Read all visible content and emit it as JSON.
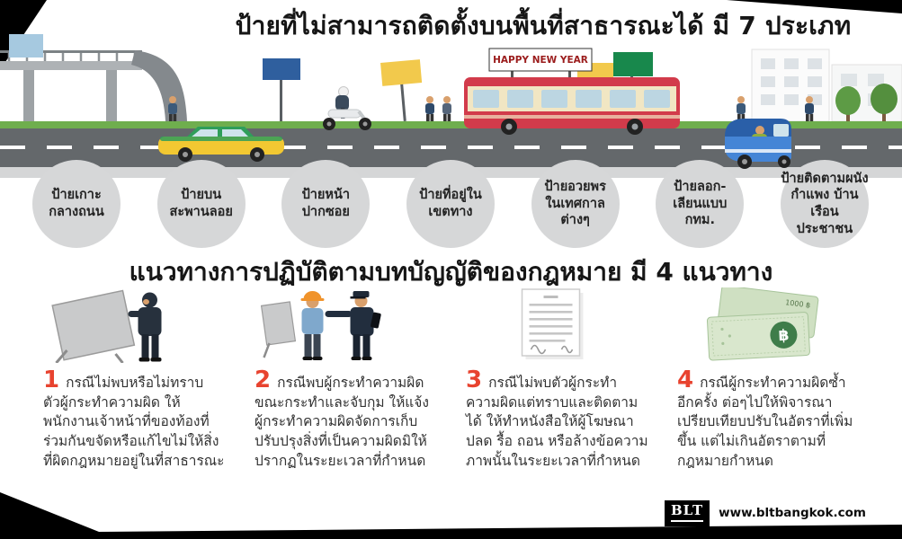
{
  "page": {
    "title_top": "ป้ายที่ไม่สามารถติดตั้งบนพื้นที่สาธารณะได้ มี 7 ประเภท",
    "title_bottom": "แนวทางการปฏิบัติตามบทบัญญัติของกฎหมาย มี 4 แนวทาง"
  },
  "scene": {
    "bus_banner_text": "HAPPY NEW YEAR"
  },
  "sign_types": [
    {
      "label": "ป้ายเกาะ\nกลางถนน"
    },
    {
      "label": "ป้ายบน\nสะพานลอย"
    },
    {
      "label": "ป้ายหน้า\nปากซอย"
    },
    {
      "label": "ป้ายที่อยู่ใน\nเขตทาง"
    },
    {
      "label": "ป้ายอวยพร\nในเทศกาล\nต่างๆ"
    },
    {
      "label": "ป้ายลอก-\nเลียนแบบ\nกทม."
    },
    {
      "label": "ป้ายติดตามผนัง\nกำแพง บ้านเรือน\nประชาชน"
    }
  ],
  "guidelines": [
    {
      "number": "1",
      "icon": "person-carrying-sign",
      "text": "กรณีไม่พบหรือไม่ทราบตัวผู้กระทำความผิด ให้พนักงานเจ้าหน้าที่ของท้องที่ร่วมกันขจัดหรือแก้ไขไม่ให้สิ่งที่ผิดกฎหมายอยู่ในที่สาธารณะ"
    },
    {
      "number": "2",
      "icon": "officer-arresting-offender",
      "text": "กรณีพบผู้กระทำความผิดขณะกระทำและจับกุม ให้แจ้งผู้กระทำความผิดจัดการเก็บ ปรับปรุงสิ่งที่เป็นความผิดมิให้ปรากฏในระยะเวลาที่กำหนด"
    },
    {
      "number": "3",
      "icon": "legal-notice-document",
      "text": "กรณีไม่พบตัวผู้กระทำความผิดแต่ทราบและติดตามได้ ให้ทำหนังสือให้ผู้โฆษณา ปลด รื้อ ถอน หรือล้างข้อความ ภาพนั้นในระยะเวลาที่กำหนด"
    },
    {
      "number": "4",
      "icon": "fine-banknotes",
      "text": "กรณีผู้กระทำความผิดซ้ำอีกครั้ง ต่อๆไปให้พิจารณาเปรียบเทียบปรับในอัตราที่เพิ่มขึ้น แต่ไม่เกินอัตราตามที่กฎหมายกำหนด",
      "banknote_symbol": "฿",
      "banknote_value": "1000 ฿"
    }
  ],
  "footer": {
    "logo_text": "BLT",
    "website": "www.bltbangkok.com"
  },
  "colors": {
    "number-red": "#e8432f",
    "circle-gray": "#d6d7d8",
    "bus-red": "#d23b4b",
    "bus-cream": "#f1e6c3",
    "taxi-yellow": "#f2c832",
    "taxi-green": "#2f9e5a",
    "tuktuk-blue": "#4585d6",
    "sign-blue": "#2f5f9e",
    "sign-yellow": "#f2c94c",
    "sign-green": "#18884c",
    "road-gray": "#64686b",
    "grass-green": "#6fae4e"
  }
}
